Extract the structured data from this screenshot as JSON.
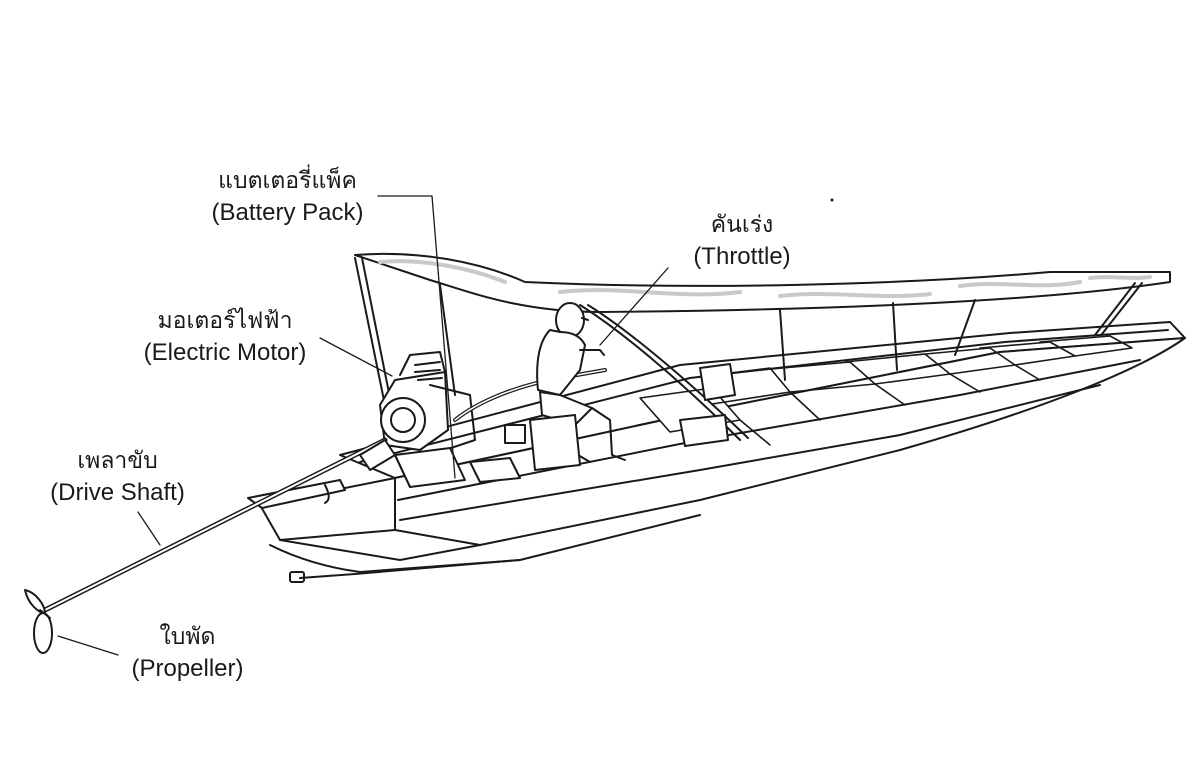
{
  "labels": {
    "battery": {
      "thai": "แบตเตอรี่แพ็ค",
      "en": "(Battery Pack)"
    },
    "throttle": {
      "thai": "คันเร่ง",
      "en": "(Throttle)"
    },
    "motor": {
      "thai": "มอเตอร์ไฟฟ้า",
      "en": "(Electric Motor)"
    },
    "shaft": {
      "thai": "เพลาขับ",
      "en": "(Drive Shaft)"
    },
    "propeller": {
      "thai": "ใบพัด",
      "en": "(Propeller)"
    }
  },
  "colors": {
    "ink": "#1a1a1a",
    "paper": "#ffffff",
    "canopy_pattern": "#c9c9c9"
  }
}
